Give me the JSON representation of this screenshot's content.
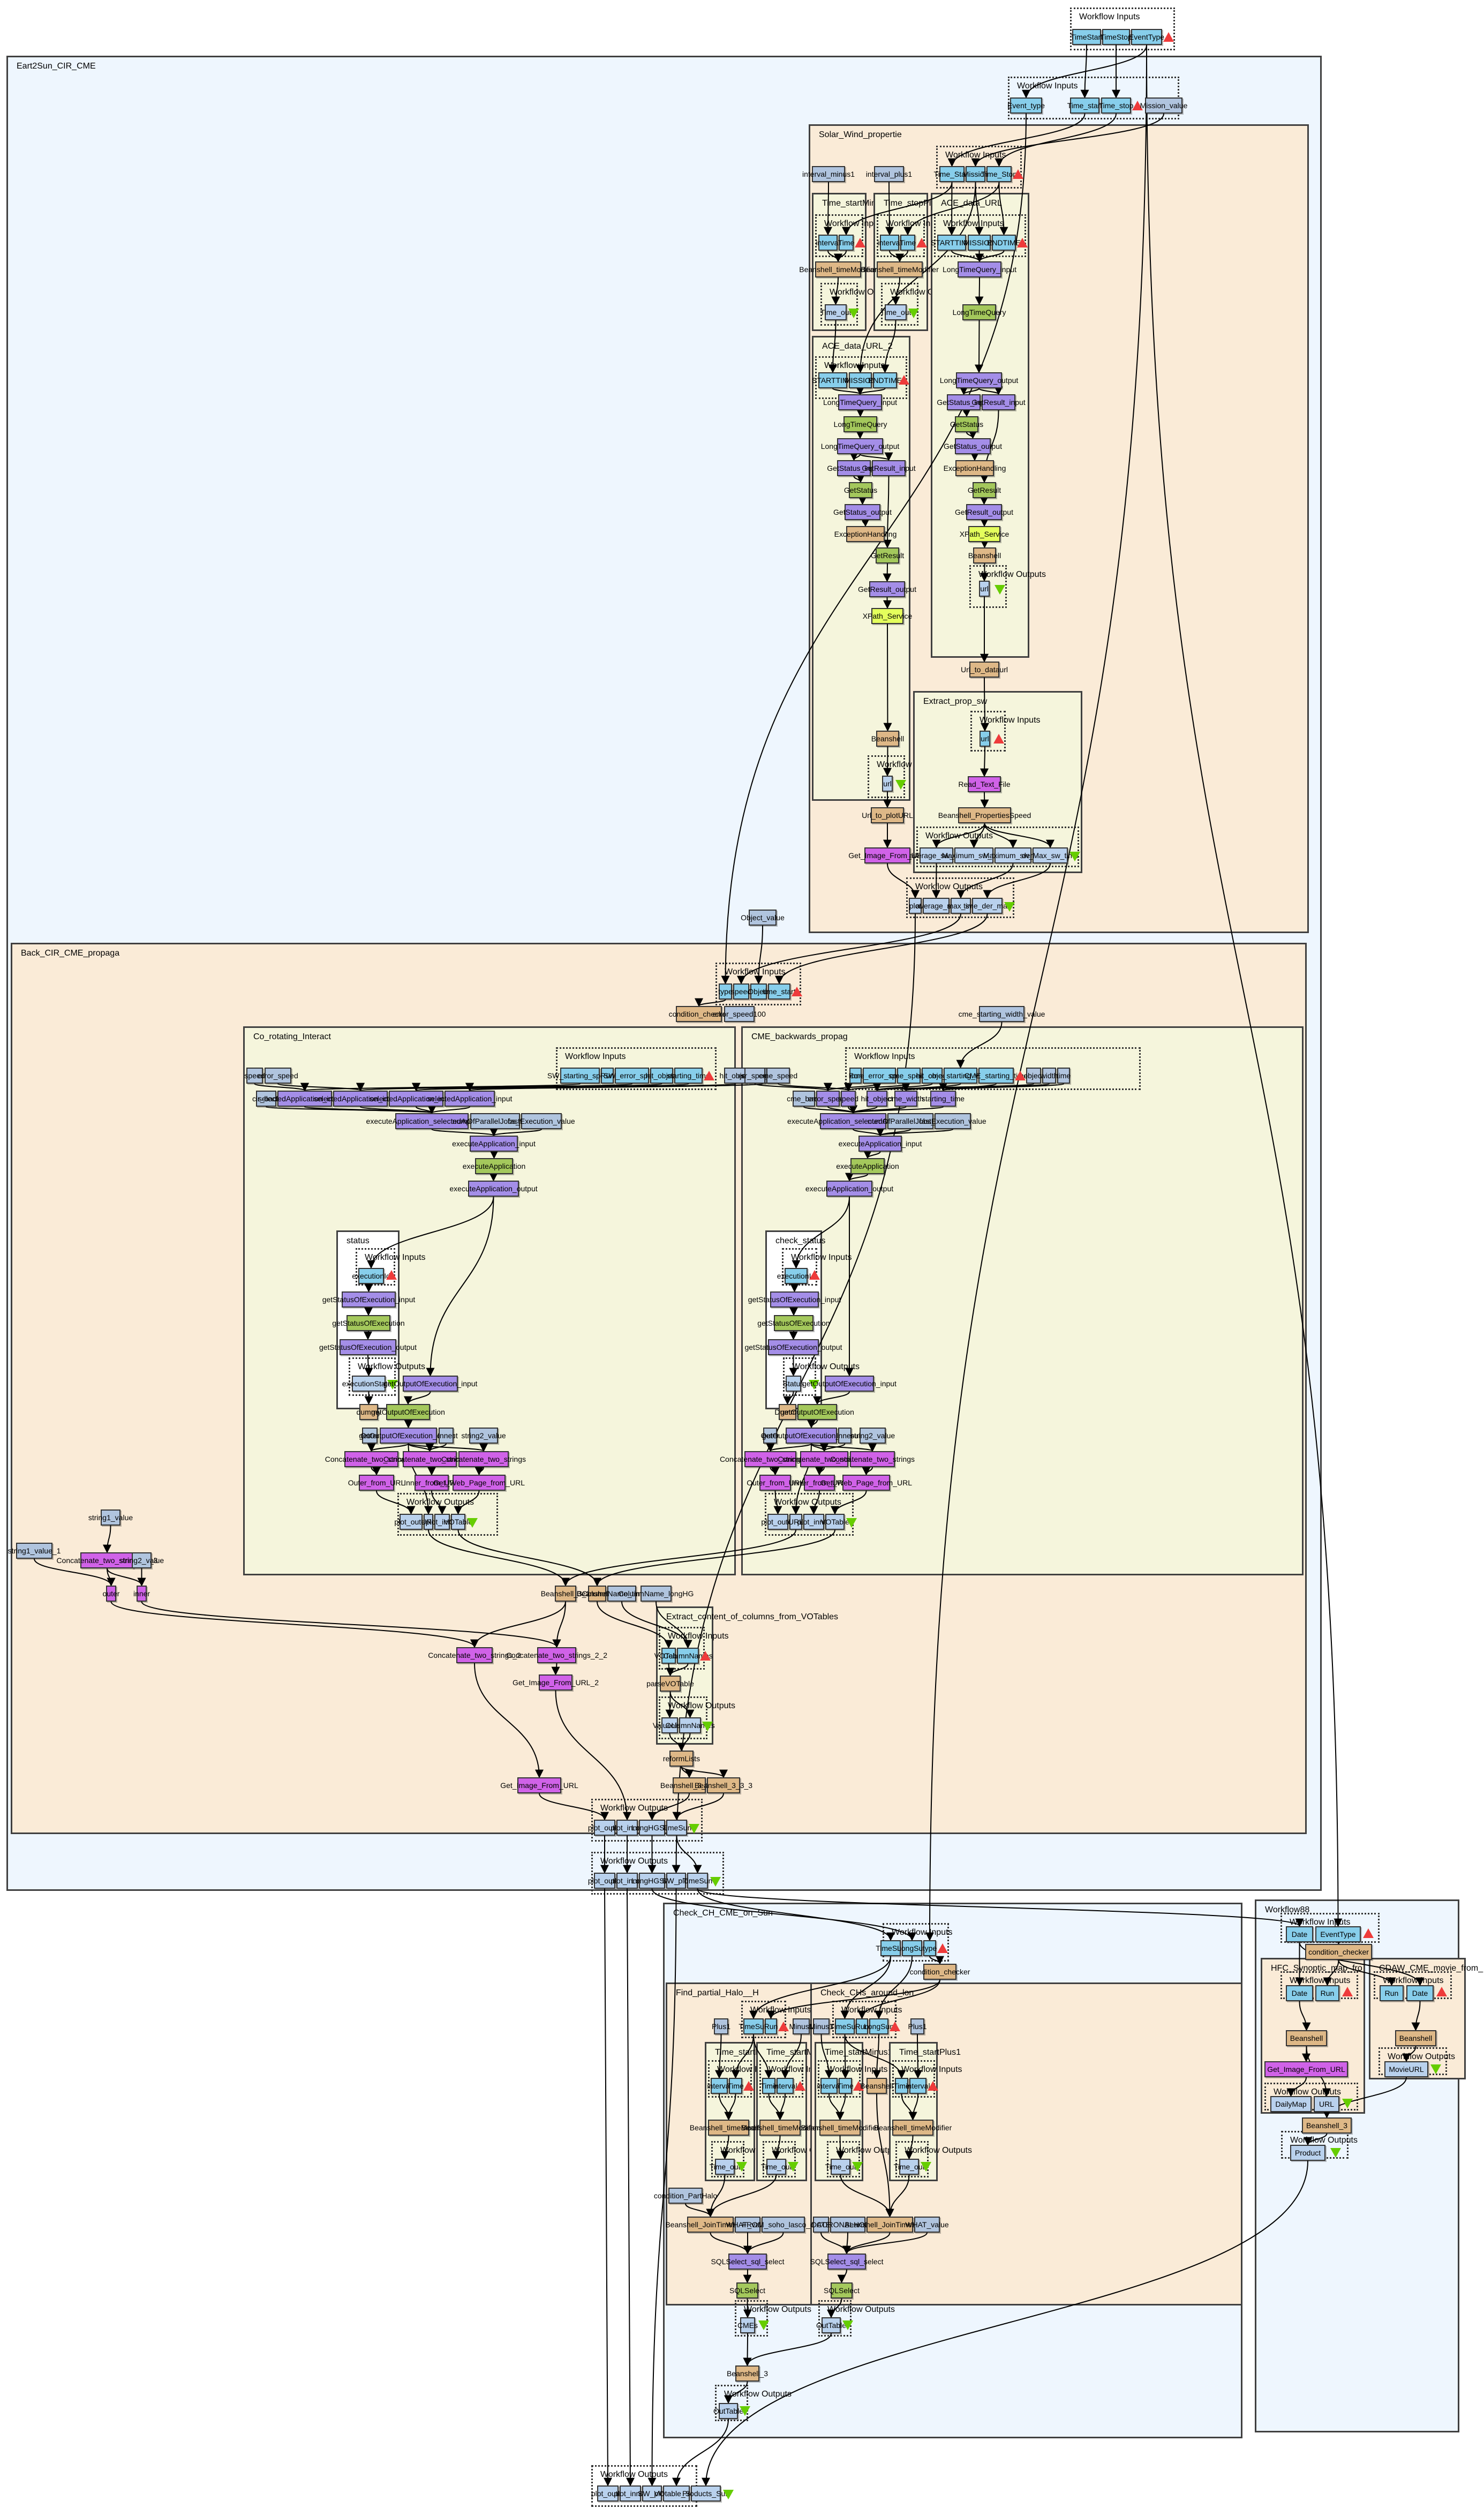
{
  "diagram": {
    "type": "taverna-workflow",
    "legend": {
      "input_marker": "red-triangle-up",
      "output_marker": "green-triangle-down"
    },
    "colors": {
      "workflow_input": "#87ceeb",
      "workflow_output": "#b9d1ed",
      "constant": "#b0c4de",
      "beanshell": "#deb887",
      "wsdl_xml": "#a48ee8",
      "web_service": "#a4c85c",
      "xpath": "#e4ff5c",
      "local_worker": "#d062e8",
      "cluster_blue": "#eef6fe",
      "cluster_tan": "#faebd7",
      "cluster_beige": "#f5f5dc"
    },
    "port_labels": {
      "inputs": "Workflow Inputs",
      "outputs": "Workflow Outputs"
    },
    "top_inputs": [
      "TimeStart",
      "TimeStop",
      "EventType"
    ],
    "final_outputs": [
      "plot_outer",
      "plot_inner",
      "SW_plot",
      "VOtable_Sun",
      "Products_Sun"
    ],
    "clusters": {
      "earth2sun": {
        "title": "Eart2Sun_CIR_CME",
        "inputs": [
          "Event_type",
          "Time_start",
          "Time_stop"
        ],
        "constants": [
          "Mission_value",
          "Object_value"
        ],
        "outputs": [
          "plot_outer",
          "plot_inner",
          "LongHGSun",
          "SW_plot",
          "TimeSun"
        ]
      },
      "solar_wind": {
        "title": "Solar_Wind_propertie",
        "inputs": [
          "Time_Start",
          "Mission",
          "Time_Stop"
        ],
        "constants": [
          "interval_minus1",
          "interval_plus1"
        ],
        "nodes": [
          "Url_to_dataurl",
          "Url_to_plotURL",
          "Get_Image_From_URL"
        ],
        "outputs": [
          "plot",
          "average_sw",
          "max_sw",
          "time_der_max"
        ]
      },
      "time_start_minus1": {
        "title": "Time_startMinus1",
        "inputs": [
          "interval",
          "Time"
        ],
        "nodes": [
          "Beanshell_timeModifier"
        ],
        "outputs": [
          "Time_out"
        ]
      },
      "time_stop_plus1": {
        "title": "Time_stopPlus1",
        "inputs": [
          "interval",
          "Time"
        ],
        "nodes": [
          "Beanshell_timeModifier"
        ],
        "outputs": [
          "Time_out"
        ]
      },
      "ace_data_url": {
        "title": "ACE_data_URL",
        "inputs": [
          "STARTTIME",
          "MISSION",
          "ENDTIME"
        ],
        "nodes": [
          "LongTimeQuery_input",
          "LongTimeQuery",
          "LongTimeQuery_output",
          "GetStatus_input",
          "GetResult_input",
          "GetStatus",
          "GetStatus_output",
          "ExceptionHandling",
          "GetResult",
          "GetResult_output",
          "XPath_Service",
          "Beanshell"
        ],
        "outputs": [
          "url"
        ]
      },
      "ace_data_url_2": {
        "title": "ACE_data_URL_2",
        "inputs": [
          "STARTTIME",
          "MISSION",
          "ENDTIME"
        ],
        "nodes": [
          "LongTimeQuery_input",
          "LongTimeQuery",
          "LongTimeQuery_output",
          "GetStatus_input",
          "GetResult_input",
          "GetStatus",
          "GetStatus_output",
          "ExceptionHandling",
          "GetResult",
          "GetResult_output",
          "XPath_Service",
          "Beanshell"
        ],
        "outputs": [
          "url"
        ]
      },
      "extract_prop_sw": {
        "title": "Extract_prop_sw",
        "inputs": [
          "url"
        ],
        "nodes": [
          "Read_Text_File",
          "Beanshell_PropertiesSpeed"
        ],
        "outputs": [
          "average_sw_vel",
          "Maximum_sw_time",
          "Maximum_sw_vel",
          "derMax_sw_time"
        ]
      },
      "back_cir": {
        "title": "Back_CIR_CME_propaga",
        "inputs": [
          "type",
          "speed",
          "Object",
          "time_start"
        ],
        "nodes": [
          "condition_checker",
          "error_speed100",
          "cme_starting_width_value",
          "string1_value",
          "Concatenate_two_strings_2_3",
          "string2_value",
          "string1_value_1",
          "outer",
          "inner",
          "Beanshell_3_2",
          "Beanshell_3",
          "ColumnName_timeStart",
          "ColumnName_longHG",
          "Concatenate_two_strings_2",
          "Concatenate_two_strings_2_2",
          "Get_Image_From_URL_2",
          "Get_Image_From_URL",
          "reformLists",
          "Beanshell_3_3_2",
          "Beanshell_3_3_3"
        ],
        "outputs": [
          "plot_outer",
          "plot_inner",
          "LongHGSun",
          "TimeSun"
        ]
      },
      "co_rotating": {
        "title": "Co_rotating_Interact",
        "inputs": [
          "SW_starting_speed",
          "Run",
          "SW_error_speed",
          "hit_object",
          "starting_time"
        ],
        "constants": [
          "speed",
          "error_speed",
          "hit_object",
          "starting_time",
          "cir_back",
          "numOfParallelJobs_value",
          "fastExecution_value",
          "Outer",
          "Inner",
          "string2_value"
        ],
        "nodes": [
          "selectedApplication_input_3",
          "selectedApplication_input_4",
          "selectedApplication_input_2",
          "selectedApplication_input",
          "executeApplication_selectedApplication",
          "executeApplication_input",
          "executeApplication",
          "executeApplication_output",
          "dummy",
          "getOutputOfExecution_input",
          "getOutputOfExecution",
          "getOutputOfExecution_output",
          "Concatenate_two_strings_3",
          "Concatenate_two_strings_2",
          "Concatenate_two_strings",
          "Outer_from_URL",
          "Inner_from_URL",
          "Get_Web_Page_from_URL"
        ],
        "outputs": [
          "plot_outer",
          "URL",
          "plot_inner",
          "VOTable"
        ]
      },
      "status": {
        "title": "status",
        "inputs": [
          "executionId"
        ],
        "nodes": [
          "getStatusOfExecution_input",
          "getStatusOfExecution",
          "getStatusOfExecution_output"
        ],
        "outputs": [
          "executionStatus"
        ]
      },
      "cme_backwards": {
        "title": "CME_backwards_propag",
        "inputs": [
          "Run",
          "cme_error_speed",
          "cme_speed",
          "hit_object",
          "cme_starting_width",
          "CME_starting_time"
        ],
        "constants": [
          "err_speed",
          "cme_speed",
          "object",
          "width",
          "time",
          "cme_back",
          "numOfParallelJobs_value",
          "fastExecution_value",
          "Outer",
          "Inner",
          "string2_value"
        ],
        "nodes": [
          "error_speed",
          "speed",
          "hit_object",
          "cme_width",
          "starting_time",
          "executeApplication_selectedApplication",
          "executeApplication_input",
          "executeApplication",
          "executeApplication_output",
          "Dummy",
          "getOutputOfExecution_input",
          "getOutputOfExecution",
          "getOutputOfExecution_output",
          "Concatenate_two_strings_2_2",
          "Concatenate_two_strings_2",
          "Concatenate_two_strings",
          "Outer_from_URL",
          "Inner_from_URL",
          "Get_Web_Page_from_URL"
        ],
        "outputs": [
          "plot_outer",
          "URL",
          "plot_inner",
          "VOTable"
        ]
      },
      "check_status": {
        "title": "check_status",
        "inputs": [
          "executionId"
        ],
        "nodes": [
          "getStatusOfExecution_input",
          "getStatusOfExecution",
          "getStatusOfExecution_output"
        ],
        "outputs": [
          "Status"
        ]
      },
      "extract_votables": {
        "title": "Extract_content_of_columns_from_VOTables",
        "inputs": [
          "VOTable",
          "ColumnNames"
        ],
        "nodes": [
          "parseVOTable"
        ],
        "outputs": [
          "ValueLists",
          "ColumnNames"
        ]
      },
      "check_ch_cme": {
        "title": "Check_CH_CME_on_Sun",
        "inputs": [
          "TimeSun",
          "LongSun",
          "type"
        ],
        "nodes": [
          "condition_checker",
          "Beanshell_3"
        ],
        "outputs": [
          "OutTable"
        ]
      },
      "find_partial_halo": {
        "title": "Find_partial_Halo__H",
        "inputs": [
          "TimeSun",
          "Run"
        ],
        "constants": [
          "Plus1",
          "Minus1",
          "condition_PartHalo",
          "WHAT_value",
          "FROM_soho_lasco_cme"
        ],
        "nodes": [
          "Beanshell_JoinTimes_SQL",
          "SQLSelect_sql_select",
          "SQLSelect"
        ],
        "outputs": [
          "CMEs"
        ]
      },
      "fph_time_start_plus1": {
        "title": "Time_startPlus1",
        "inputs": [
          "interval",
          "Time"
        ],
        "nodes": [
          "Beanshell_timeModifier"
        ],
        "outputs": [
          "Time_out"
        ]
      },
      "fph_time_start_minus1": {
        "title": "Time_startMinus1",
        "inputs": [
          "Time",
          "interval"
        ],
        "nodes": [
          "Beanshell_timeModifier"
        ],
        "outputs": [
          "Time_out"
        ]
      },
      "check_chs": {
        "title": "Check_CHs_around_lon",
        "inputs": [
          "TimeSun",
          "Run",
          "LongSun"
        ],
        "constants": [
          "Minus1",
          "Plus1",
          "DATE",
          "CORONALHOLES",
          "WHAT_value"
        ],
        "nodes": [
          "Beanshell",
          "Beanshell_JoinTimes_SQL",
          "SQLSelect_sql_select",
          "SQLSelect"
        ],
        "outputs": [
          "OutTable"
        ]
      },
      "chs_time_start_minus1": {
        "title": "Time_startMinus1",
        "inputs": [
          "interval",
          "Time"
        ],
        "nodes": [
          "Beanshell_timeModifier"
        ],
        "outputs": [
          "Time_out"
        ]
      },
      "chs_time_start_plus1": {
        "title": "Time_startPlus1",
        "inputs": [
          "Time",
          "interval"
        ],
        "nodes": [
          "Beanshell_timeModifier"
        ],
        "outputs": [
          "Time_out"
        ]
      },
      "workflow88": {
        "title": "Workflow88",
        "inputs": [
          "Date",
          "EventType"
        ],
        "nodes": [
          "condition_checker",
          "Beanshell_3"
        ],
        "outputs": [
          "Product"
        ]
      },
      "hfc_synoptic": {
        "title": "HFC_Synoptic_map_fro",
        "inputs": [
          "Date",
          "Run"
        ],
        "nodes": [
          "Beanshell",
          "Get_Image_From_URL"
        ],
        "outputs": [
          "DailyMap",
          "URL"
        ]
      },
      "cdaw_cme_movie": {
        "title": "CDAW_CME_movie_from_",
        "inputs": [
          "Run",
          "Date"
        ],
        "nodes": [
          "Beanshell"
        ],
        "outputs": [
          "MovieURL"
        ]
      }
    }
  }
}
